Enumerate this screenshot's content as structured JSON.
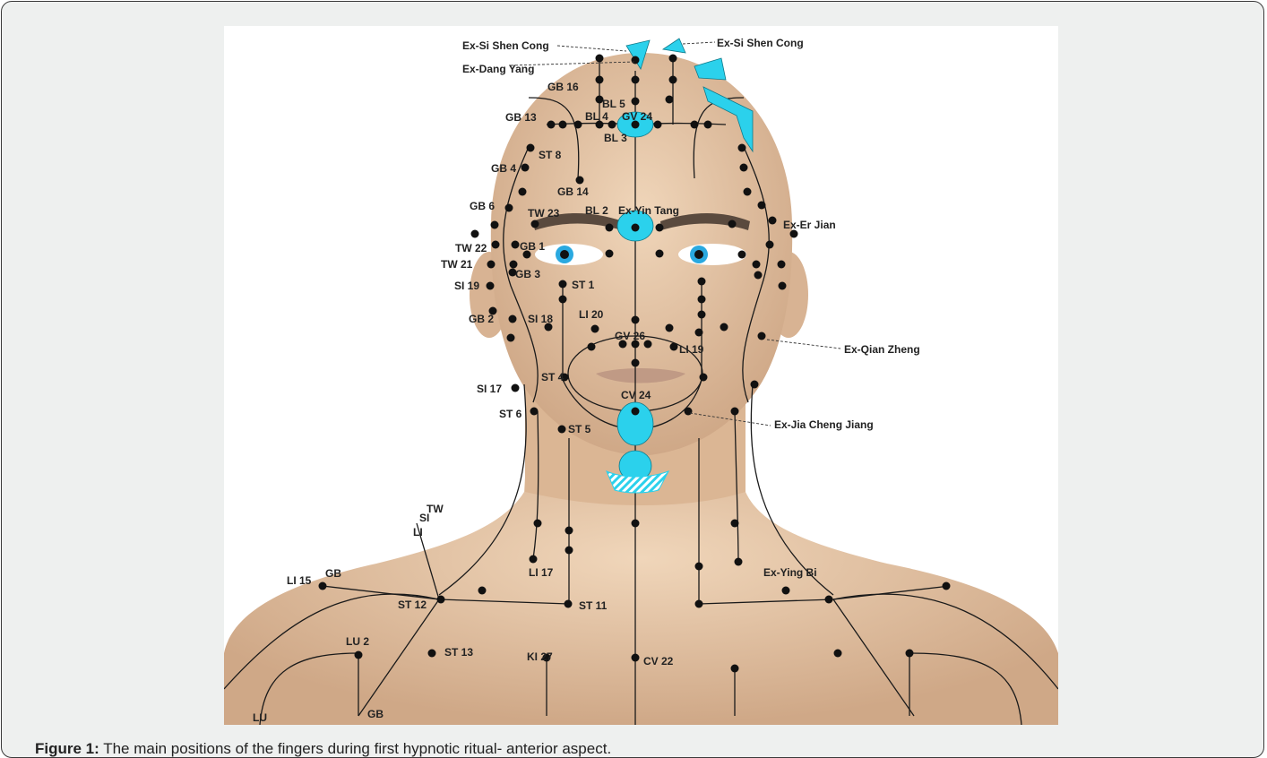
{
  "caption": {
    "label": "Figure 1:",
    "text": "The main positions of the fingers during first hypnotic ritual- anterior aspect."
  },
  "colors": {
    "skin": "#e3c3a3",
    "zone": "#2bd1ec",
    "point": "#111111",
    "line": "#1a1a1a"
  },
  "labels": {
    "ex_si_shen_cong_l": "Ex-Si Shen Cong",
    "ex_si_shen_cong_r": "Ex-Si Shen Cong",
    "ex_dang_yang": "Ex-Dang Yang",
    "gb16": "GB 16",
    "bl5": "BL 5",
    "gb13": "GB 13",
    "bl4": "BL 4",
    "gv24": "GV 24",
    "bl3": "BL 3",
    "st8": "ST 8",
    "gb4": "GB 4",
    "gb14": "GB 14",
    "gb6": "GB 6",
    "bl2": "BL 2",
    "tw23": "TW 23",
    "ex_yin_tang": "Ex-Yin Tang",
    "ex_er_jian": "Ex-Er Jian",
    "tw22": "TW 22",
    "gb1": "GB 1",
    "tw21": "TW 21",
    "gb3": "GB 3",
    "si19": "SI 19",
    "st1": "ST 1",
    "gb2": "GB 2",
    "si18": "SI 18",
    "li20": "LI 20",
    "gv26": "GV 26",
    "li19": "LI 19",
    "ex_qian_zheng": "Ex-Qian Zheng",
    "st4": "ST 4",
    "si17": "SI 17",
    "cv24": "CV 24",
    "st6": "ST 6",
    "st5": "ST 5",
    "ex_jia_cheng_jiang": "Ex-Jia Cheng Jiang",
    "tw": "TW",
    "si": "SI",
    "li": "LI",
    "li15": "LI 15",
    "gb_shoulder": "GB",
    "li17": "LI 17",
    "ex_ying_bi": "Ex-Ying Bi",
    "st12": "ST 12",
    "st11": "ST 11",
    "lu2": "LU 2",
    "st13": "ST 13",
    "ki27": "KI 27",
    "cv22": "CV 22",
    "lu": "LU",
    "gb_bottom": "GB"
  }
}
